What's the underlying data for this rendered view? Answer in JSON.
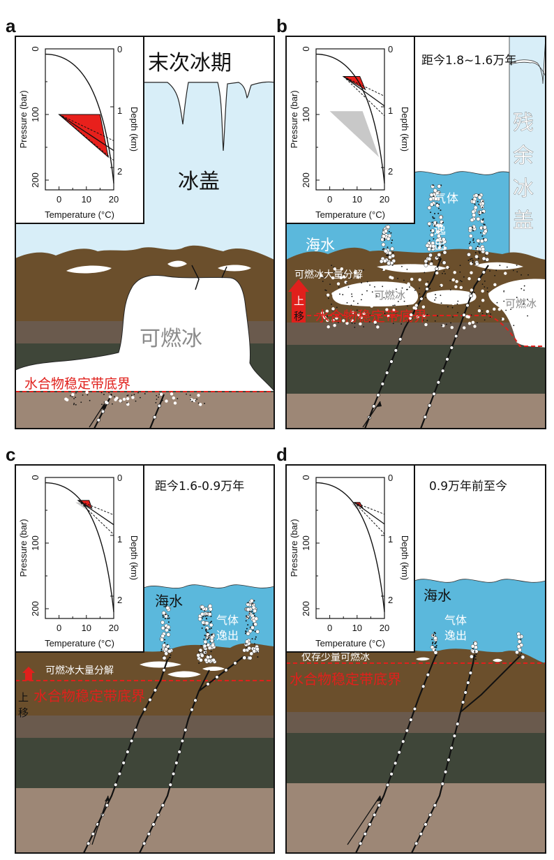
{
  "colors": {
    "ice": "#d8eef8",
    "sea": "#5bb8dc",
    "sediment": "#6b4f2c",
    "layer2": "#6a5a4d",
    "layer3": "#3f4639",
    "layer4": "#9d8776",
    "hydrate": "#ffffff",
    "boundary": "#e0201c"
  },
  "inset_axes": {
    "ylabel_left": "Pressure (bar)",
    "ylabel_right": "Depth (km)",
    "xlabel": "Temperature (°C)",
    "pressure_ticks": [
      "0",
      "100",
      "200"
    ],
    "depth_ticks": [
      "0",
      "1",
      "2"
    ],
    "temp_ticks": [
      "0",
      "10",
      "20"
    ]
  },
  "panels": {
    "a": {
      "label": "a",
      "title": "末次冰期",
      "ice_sheet": "冰盖",
      "hydrate": "可燃冰",
      "boundary": "水合物稳定带底界"
    },
    "b": {
      "label": "b",
      "title": "距今1.8~1.6万年",
      "ice_remnant": [
        "残",
        "余",
        "冰",
        "盖"
      ],
      "gas": [
        "气",
        "体",
        "逸",
        "出"
      ],
      "sea": "海水",
      "decompose": "可燃冰大量分解",
      "hydrate1": "可燃冰",
      "hydrate2": "可燃冰",
      "up": [
        "上",
        "移"
      ],
      "boundary": "水合物稳定带底界"
    },
    "c": {
      "label": "c",
      "title": "距今1.6-0.9万年",
      "sea": "海水",
      "gas": [
        "气体",
        "逸出"
      ],
      "decompose": "可燃冰大量分解",
      "up": [
        "上",
        "移"
      ],
      "boundary": "水合物稳定带底界"
    },
    "d": {
      "label": "d",
      "title": "0.9万年前至今",
      "sea": "海水",
      "gas": [
        "气体",
        "逸出"
      ],
      "remaining": "仅存少量可燃冰",
      "boundary": "水合物稳定带底界"
    }
  }
}
